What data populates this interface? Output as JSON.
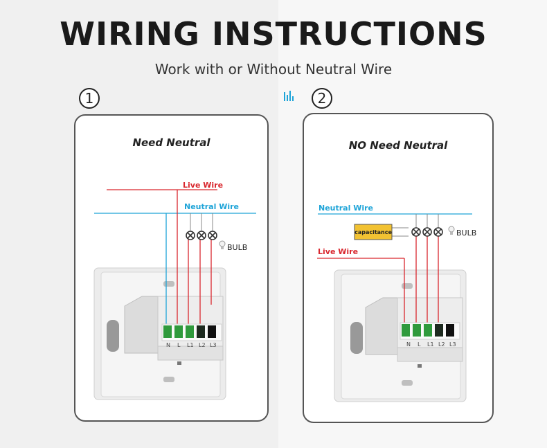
{
  "title": "WIRING  INSTRUCTIONS",
  "subtitle": "Work with or Without Neutral Wire",
  "panels": [
    {
      "number": "1",
      "heading": "Need Neutral",
      "live_label": "Live Wire",
      "neutral_label": "Neutral Wire",
      "bulb_label": "BULB",
      "terminals": [
        "N",
        "L",
        "L1",
        "L2",
        "L3"
      ]
    },
    {
      "number": "2",
      "heading": "NO Need Neutral",
      "live_label": "Live Wire",
      "neutral_label": "Neutral Wire",
      "bulb_label": "BULB",
      "capacitor_label": "capacitance",
      "terminals": [
        "N",
        "L",
        "L1",
        "L2",
        "L3"
      ]
    }
  ],
  "colors": {
    "live": "#d9272e",
    "neutral": "#1ea4d8",
    "border": "#555555",
    "capacitor": "#f2c232"
  }
}
